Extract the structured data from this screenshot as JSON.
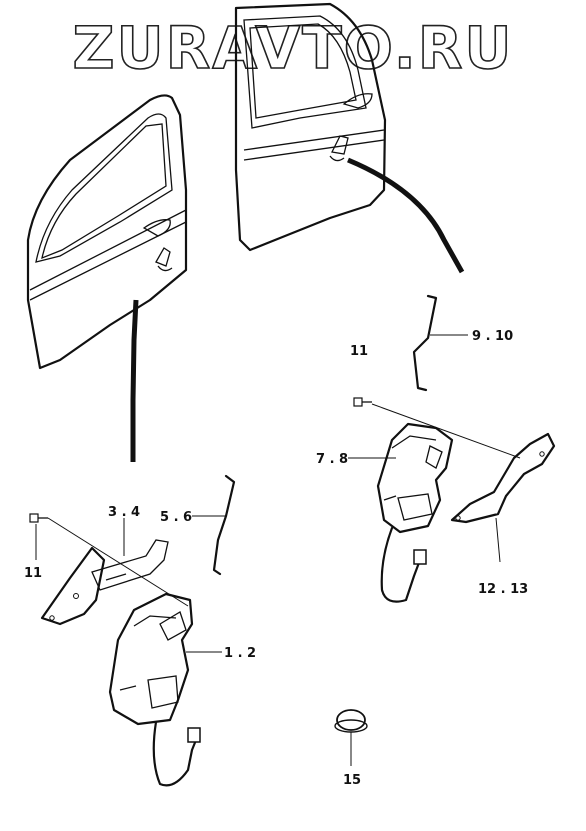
{
  "watermark": "ZURAVTO.RU",
  "callouts": [
    {
      "id": "c1",
      "text": "1 . 2"
    },
    {
      "id": "c2",
      "text": "3 . 4"
    },
    {
      "id": "c3",
      "text": "5 . 6"
    },
    {
      "id": "c4",
      "text": "7 . 8"
    },
    {
      "id": "c5",
      "text": "9 . 10"
    },
    {
      "id": "c6",
      "text": "11"
    },
    {
      "id": "c7",
      "text": "11"
    },
    {
      "id": "c8",
      "text": "12 . 13"
    },
    {
      "id": "c9",
      "text": "15"
    }
  ]
}
